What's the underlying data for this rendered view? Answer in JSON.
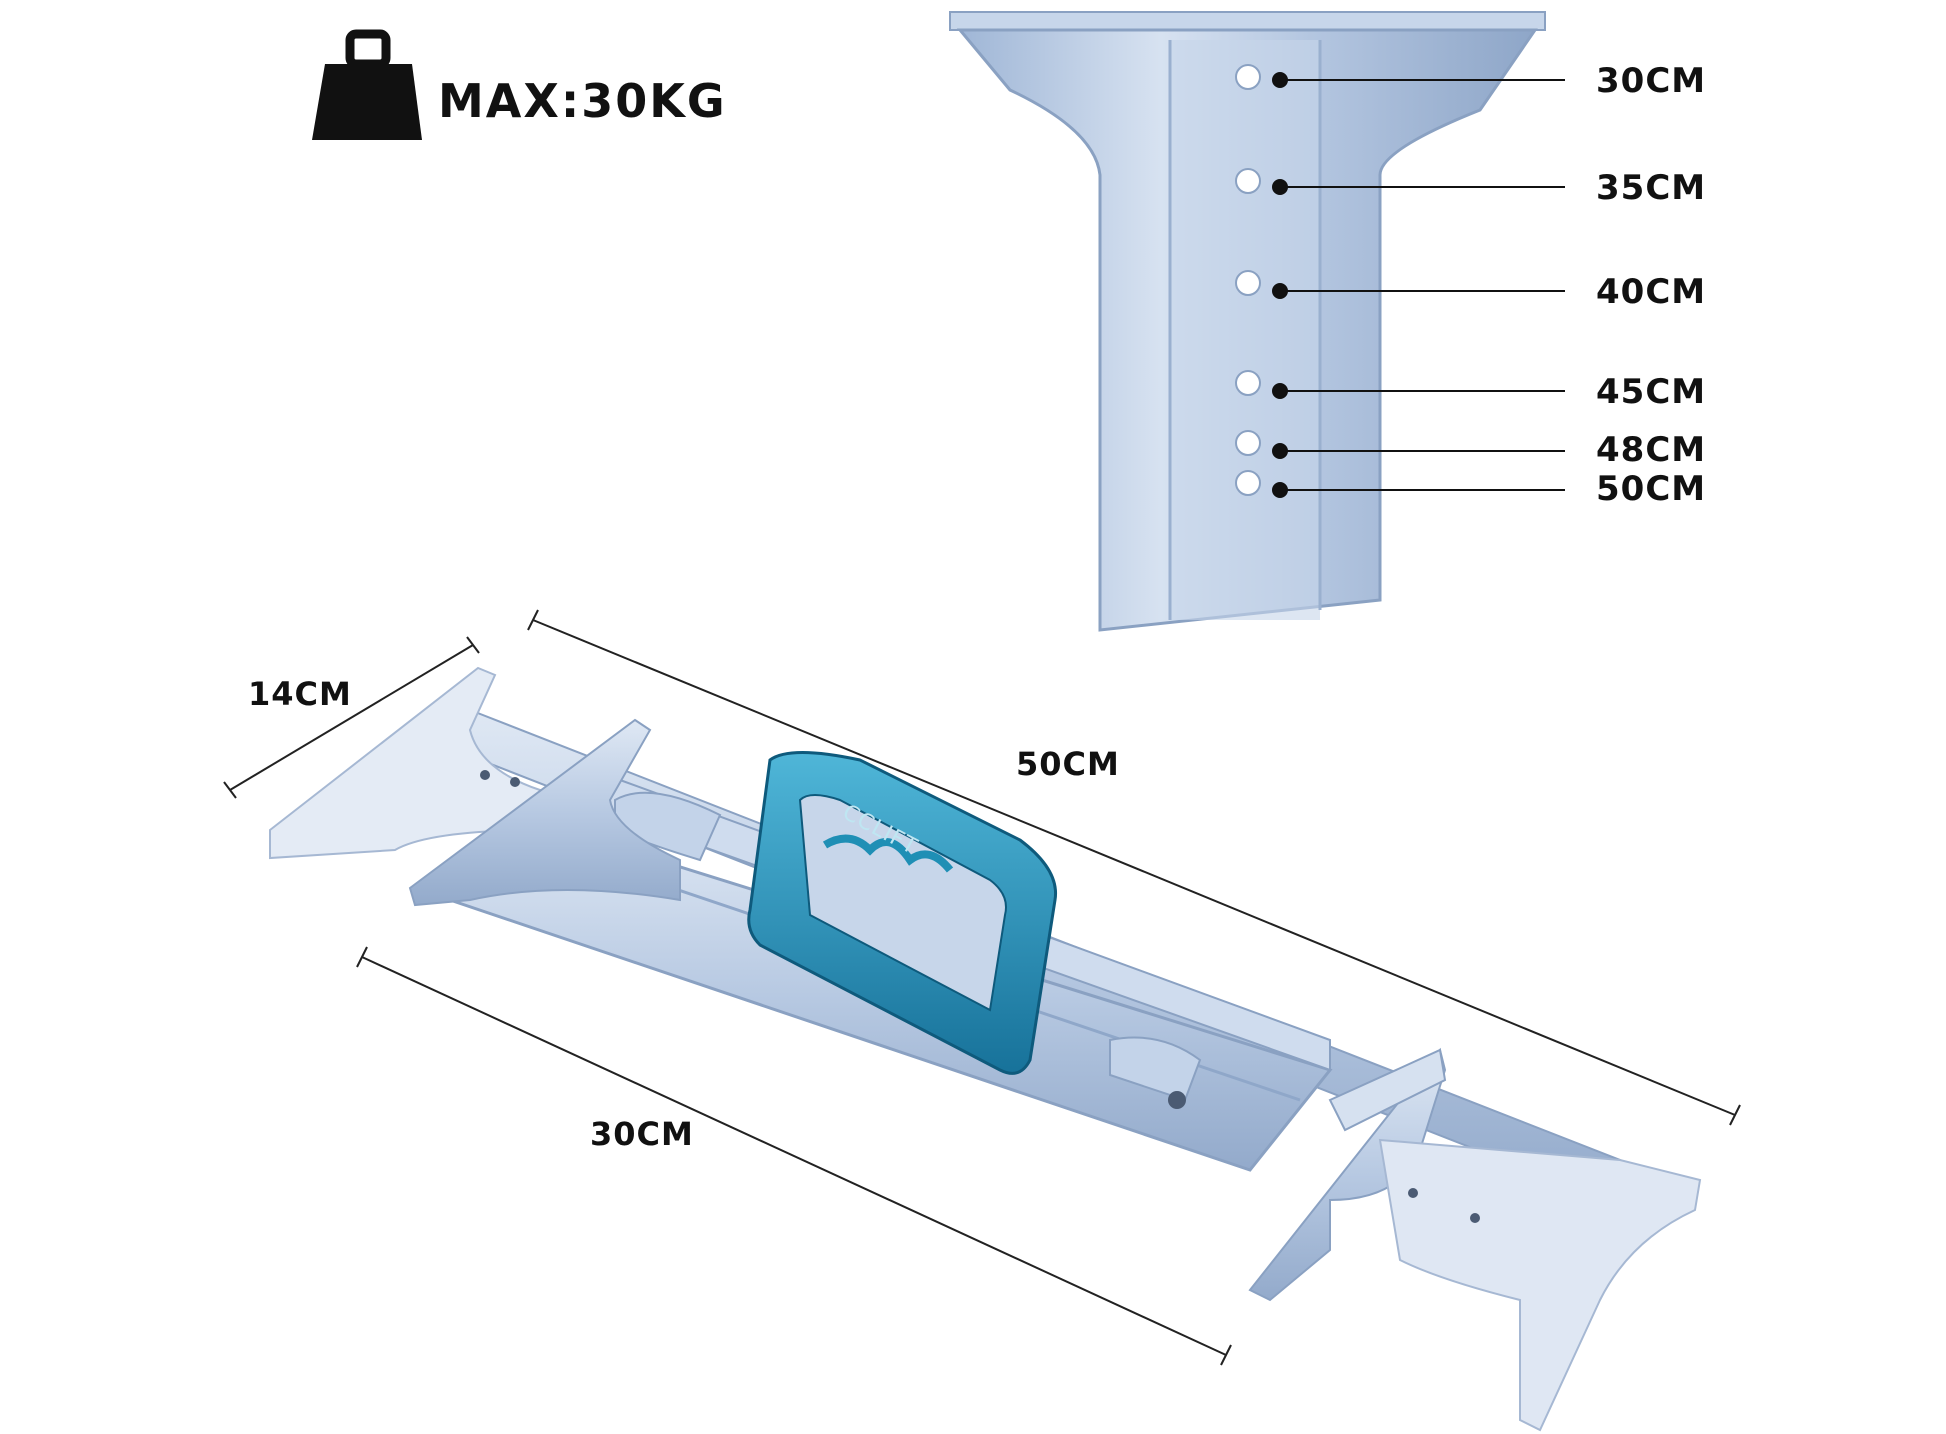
{
  "weight": {
    "label": "MAX:30KG",
    "icon": "weight-icon"
  },
  "hole_labels": [
    "30CM",
    "35CM",
    "40CM",
    "45CM",
    "48CM",
    "50CM"
  ],
  "dimensions": {
    "width": "14CM",
    "length": "50CM",
    "base": "30CM"
  },
  "handle": {
    "brand": "CCLIFT",
    "icon": "carry-handle-icon"
  },
  "colors": {
    "metal": "#b9cbe4",
    "metal_dark": "#8fa7c9",
    "handle": "#1f8fb5",
    "text": "#111111"
  }
}
